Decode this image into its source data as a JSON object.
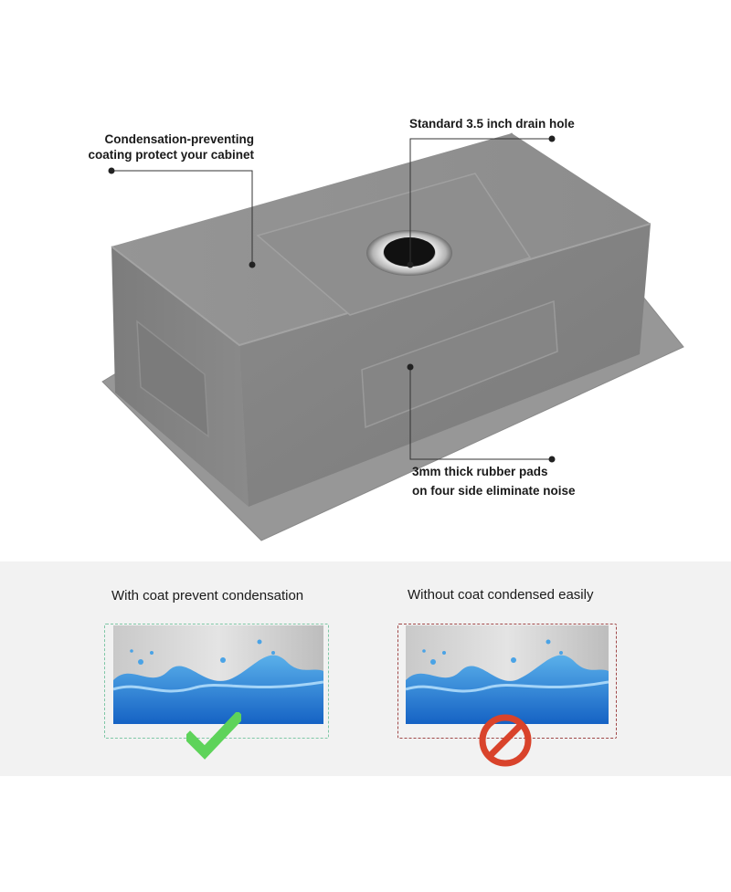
{
  "callouts": {
    "coating": {
      "line1": "Condensation-preventing",
      "line2": "coating protect your cabinet"
    },
    "drain": "Standard 3.5 inch drain hole",
    "pads": {
      "line1": "3mm thick rubber pads",
      "line2": "on four side eliminate noise"
    }
  },
  "comparison": {
    "with_coat": {
      "title": "With coat prevent condensation",
      "icon": "check-icon",
      "color": "#5ed35a"
    },
    "without_coat": {
      "title": "Without coat condensed easily",
      "icon": "prohibited-icon",
      "color": "#d9432b"
    }
  }
}
